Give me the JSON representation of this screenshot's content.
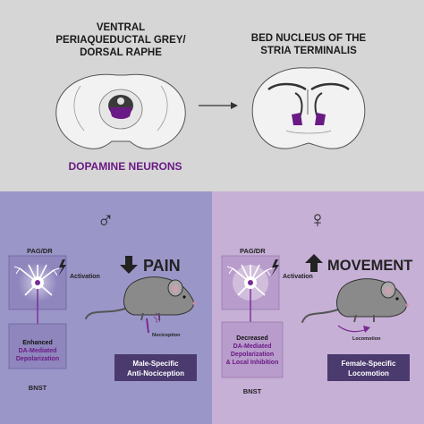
{
  "top": {
    "region_left": "VENTRAL PERIAQUEDUCTAL GREY/ DORSAL RAPHE",
    "region_left_line1": "VENTRAL",
    "region_left_line2": "PERIAQUEDUCTAL GREY/",
    "region_left_line3": "DORSAL RAPHE",
    "region_right": "BED NUCLEUS OF THE STRIA TERMINALIS",
    "region_right_line1": "BED NUCLEUS OF THE",
    "region_right_line2": "STRIA TERMINALIS",
    "neurons_label": "DOPAMINE NEURONS"
  },
  "male": {
    "symbol": "♂",
    "source_label": "PAG/DR",
    "activation_label": "Activation",
    "effect_line1": "Enhanced",
    "effect_line2": "DA-Mediated",
    "effect_line3": "Depolarization",
    "target_label": "BNST",
    "headline": "PAIN",
    "headline_arrow": "down",
    "nociception_label": "Nociception",
    "outcome_line1": "Male-Specific",
    "outcome_line2": "Anti-Nociception"
  },
  "female": {
    "symbol": "♀",
    "source_label": "PAG/DR",
    "activation_label": "Activation",
    "effect_line1": "Decreased",
    "effect_line2": "DA-Mediated",
    "effect_line3": "Depolarization",
    "effect_line4": "& Local Inhibition",
    "target_label": "BNST",
    "headline": "MOVEMENT",
    "headline_arrow": "up",
    "locomotion_label": "Locomotion",
    "outcome_line1": "Female-Specific",
    "outcome_line2": "Locomotion"
  },
  "colors": {
    "top_bg": "#d6d6d6",
    "male_bg": "#9b96c8",
    "female_bg": "#c6b0d6",
    "dopamine_purple": "#6a1a84",
    "outcome_box": "#4a3a6e",
    "mouse_gray": "#8a8a8a"
  }
}
